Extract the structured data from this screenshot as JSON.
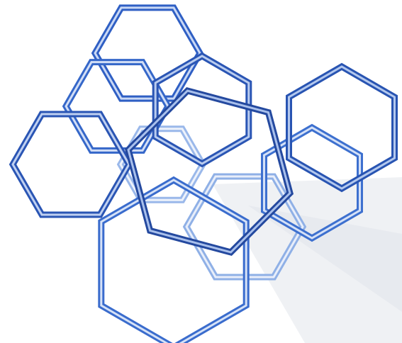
{
  "illustration": {
    "subject": "interlocking-hexagon-rings",
    "background_color": "#ffffff",
    "shadow_color": "#e9ebef",
    "rings": [
      {
        "name": "ring-top",
        "tone": "mid",
        "outer": "#2f5fc4",
        "inner": "#c9d8f5"
      },
      {
        "name": "ring-upper-left",
        "tone": "mid",
        "outer": "#3567c9",
        "inner": "#d2def6"
      },
      {
        "name": "ring-upper-center",
        "tone": "dark",
        "outer": "#2a55b4",
        "inner": "#b9ccef"
      },
      {
        "name": "ring-left",
        "tone": "dark",
        "outer": "#2a55b4",
        "inner": "#bfd0f1"
      },
      {
        "name": "ring-center-large",
        "tone": "dark",
        "outer": "#24499f",
        "inner": "#a9c0ec"
      },
      {
        "name": "ring-right",
        "tone": "dark",
        "outer": "#2854b2",
        "inner": "#b3c8ee"
      },
      {
        "name": "ring-right-lower",
        "tone": "mid",
        "outer": "#3d70cf",
        "inner": "#d5e1f7"
      },
      {
        "name": "ring-bottom-large",
        "tone": "mid",
        "outer": "#3a6ccd",
        "inner": "#d6e2f7"
      },
      {
        "name": "ring-bottom-center",
        "tone": "light",
        "outer": "#8fb0e6",
        "inner": "#e8eefa"
      },
      {
        "name": "ring-inner-small",
        "tone": "light",
        "outer": "#9ab8ea",
        "inner": "#edf2fb"
      }
    ]
  }
}
